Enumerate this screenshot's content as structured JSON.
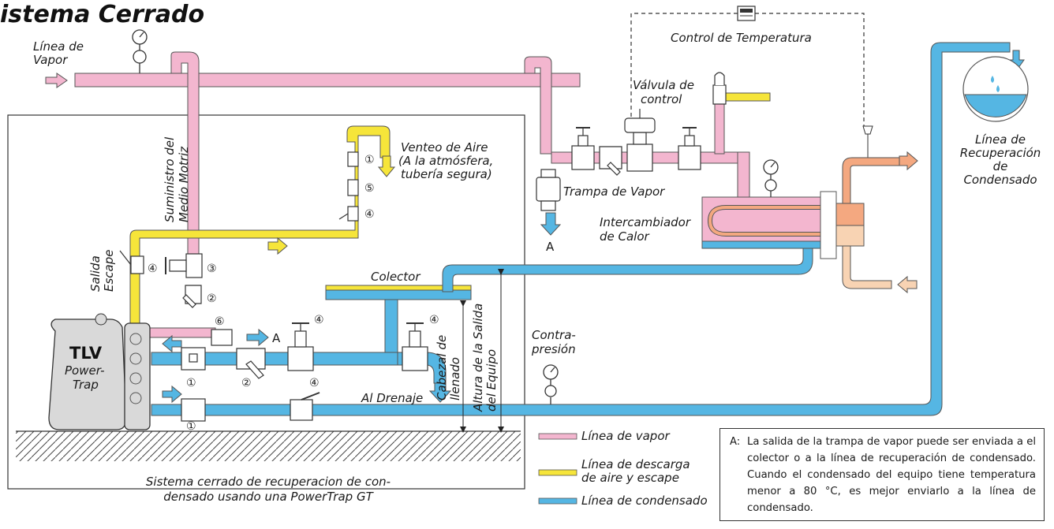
{
  "title": "istema Cerrado",
  "labels": {
    "steam_line_1": "Línea de",
    "steam_line_2": "Vapor",
    "temp_control": "Control de Temperatura",
    "control_valve_1": "Válvula de",
    "control_valve_2": "control",
    "recovery_1": "Línea de",
    "recovery_2": "Recuperación",
    "recovery_3": "de",
    "recovery_4": "Condensado",
    "motive_1": "Suministro del",
    "motive_2": "Medio Motriz",
    "vent_1": "Venteo de Aire",
    "vent_2": "(A la atmósfera,",
    "vent_3": "tubería segura)",
    "trap": "Trampa de Vapor",
    "trap_outlet": "A",
    "exchanger_1": "Intercambiador",
    "exchanger_2": "de Calor",
    "exhaust_1": "Salida",
    "exhaust_2": "Escape",
    "collector": "Colector",
    "fill_head_1": "Cabezal de",
    "fill_head_2": "llenado",
    "outlet_height_1": "Altura de la Salida",
    "outlet_height_2": "del Equipo",
    "backpressure_1": "Contra-",
    "backpressure_2": "presión",
    "drain": "Al Drenaje",
    "outlet_a": "A",
    "pump_brand": "TLV",
    "pump_name_1": "Power-",
    "pump_name_2": "Trap",
    "caption_1": "Sistema cerrado de recuperacion de con-",
    "caption_2": "densado usando una PowerTrap GT"
  },
  "numbers": {
    "n1": "①",
    "n2": "②",
    "n3": "③",
    "n4": "④",
    "n5": "⑤",
    "n6": "⑥"
  },
  "legend": {
    "steam": "Línea de vapor",
    "air_1": "Línea de descarga",
    "air_2": "de aire y escape",
    "condensate": "Línea de condensado"
  },
  "note": {
    "tag": "A:",
    "text": "La salida de la trampa de vapor puede ser enviada a el colector o a la línea de recuperación de condensado. Cuando el condensado del equipo tiene temperatura menor a 80 °C, es mejor enviarlo a la línea de condensado."
  },
  "colors": {
    "steam": "#f3b6cf",
    "air": "#f6e53a",
    "condensate": "#55b6e3",
    "hot_outlet": "#f4a880",
    "cold_inlet": "#f8d3b3"
  }
}
